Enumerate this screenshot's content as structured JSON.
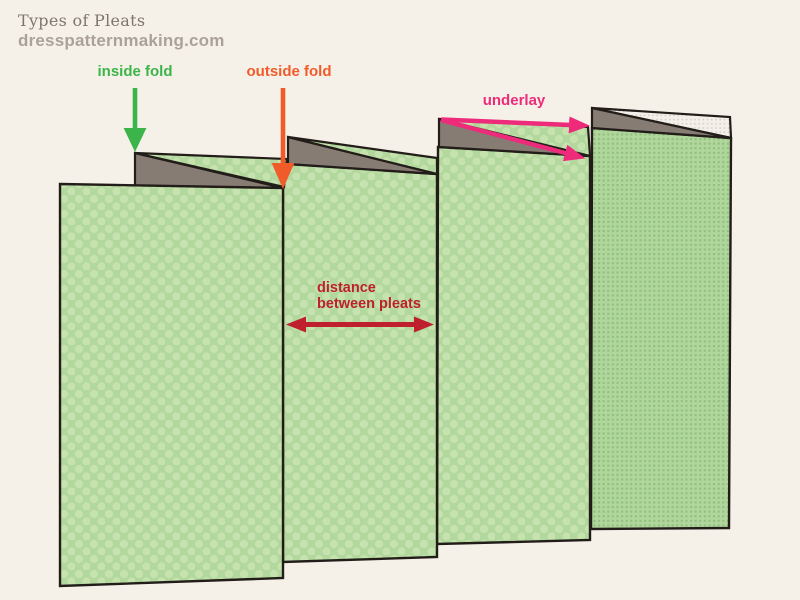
{
  "header": {
    "title": "Types of Pleats",
    "site": "dresspatternmaking.com"
  },
  "labels": {
    "inside_fold": "inside fold",
    "outside_fold": "outside fold",
    "underlay": "underlay",
    "distance_line1": "distance",
    "distance_line2": "between pleats"
  },
  "colors": {
    "background": "#f6f1e8",
    "fabric_green": "#b3d89d",
    "fabric_dot": "#c5e2af",
    "underlay_green": "#b0d79b",
    "underlay_grid_dot": "#93bd81",
    "fold_gray": "#877c73",
    "underlay_fold_white": "#f3f0e9",
    "outline": "#221d19",
    "title_text": "#7c766d",
    "site_text": "#aaa29a",
    "inside_fold_label": "#3bb54a",
    "outside_fold_label": "#f15b2a",
    "underlay_label": "#ee2a7b",
    "distance_label": "#be202e"
  }
}
